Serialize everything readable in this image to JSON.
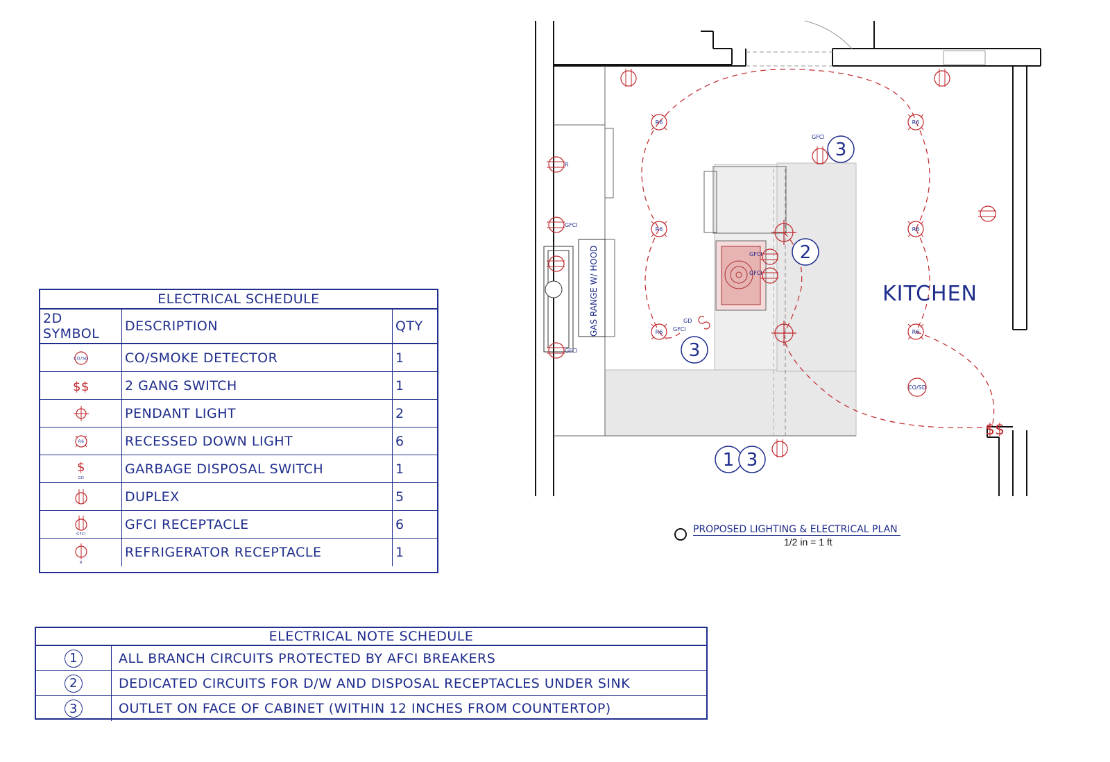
{
  "electrical_schedule": {
    "title": "ELECTRICAL SCHEDULE",
    "col_symbol": "2D SYMBOL",
    "col_description": "DESCRIPTION",
    "col_qty": "QTY",
    "rows": [
      {
        "symbol_icon": "co-smoke-detector-icon",
        "symbol_text": "CO/SD",
        "description": "CO/SMOKE DETECTOR",
        "qty": "1"
      },
      {
        "symbol_icon": "two-gang-switch-icon",
        "symbol_text": "$$",
        "description": "2 GANG SWITCH",
        "qty": "1"
      },
      {
        "symbol_icon": "pendant-light-icon",
        "symbol_text": "",
        "description": "PENDANT LIGHT",
        "qty": "2"
      },
      {
        "symbol_icon": "recessed-light-icon",
        "symbol_text": "R6",
        "description": "RECESSED DOWN LIGHT",
        "qty": "6"
      },
      {
        "symbol_icon": "disposal-switch-icon",
        "symbol_text": "$",
        "symbol_sub": "GD",
        "description": "GARBAGE DISPOSAL SWITCH",
        "qty": "1"
      },
      {
        "symbol_icon": "duplex-icon",
        "symbol_text": "",
        "description": "DUPLEX",
        "qty": "5"
      },
      {
        "symbol_icon": "gfci-receptacle-icon",
        "symbol_text": "",
        "symbol_sub": "GFCI",
        "description": "GFCI RECEPTACLE",
        "qty": "6"
      },
      {
        "symbol_icon": "refrigerator-receptacle-icon",
        "symbol_text": "",
        "symbol_sub": "R",
        "description": "REFRIGERATOR RECEPTACLE",
        "qty": "1"
      }
    ]
  },
  "note_schedule": {
    "title": "ELECTRICAL NOTE SCHEDULE",
    "rows": [
      {
        "num": "1",
        "text": "ALL BRANCH CIRCUITS PROTECTED BY AFCI BREAKERS"
      },
      {
        "num": "2",
        "text": "DEDICATED CIRCUITS FOR D/W AND DISPOSAL RECEPTACLES UNDER SINK"
      },
      {
        "num": "3",
        "text": "OUTLET ON FACE OF CABINET (WITHIN 12 INCHES FROM COUNTERTOP)"
      }
    ]
  },
  "plan": {
    "room_label": "KITCHEN",
    "range_label": "GAS RANGE W/ HOOD",
    "title": "PROPOSED LIGHTING & ELECTRICAL PLAN",
    "scale": "1/2 in = 1 ft",
    "tags": {
      "recessed": "R6",
      "gfci": "GFCI",
      "refrigerator": "R",
      "co_sd": "CO/SD",
      "gd": "GD",
      "two_gang": "$$",
      "note1": "1",
      "note2": "2",
      "note3": "3"
    }
  },
  "colors": {
    "ink": "#1f2d8c",
    "electrical": "#c0262b",
    "counter": "#e8e8e8",
    "wall": "#111111"
  }
}
